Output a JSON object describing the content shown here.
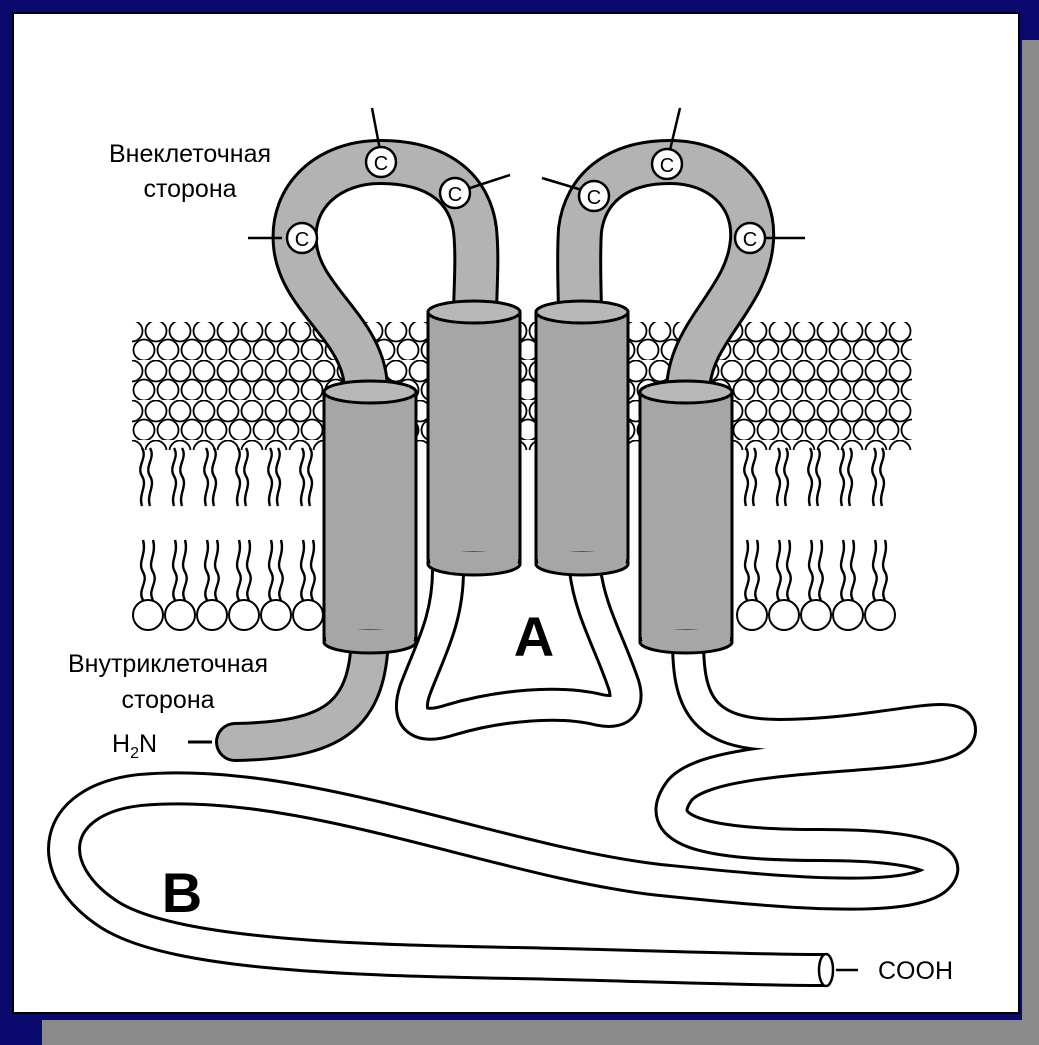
{
  "labels": {
    "extracellular": [
      "Внеклеточная",
      "сторона"
    ],
    "intracellular": [
      "Внутриклеточная",
      "сторона"
    ],
    "n_terminus": {
      "main": "H",
      "sub": "2",
      "tail": "N"
    },
    "c_terminus": "COOH",
    "region_a": "A",
    "region_b": "B",
    "cysteine": "C"
  },
  "colors": {
    "background": "#0a0a6e",
    "panel": "#ffffff",
    "protein_fill": "#b3b3b3",
    "helix_fill": "#a6a6a6",
    "outline": "#000000"
  }
}
